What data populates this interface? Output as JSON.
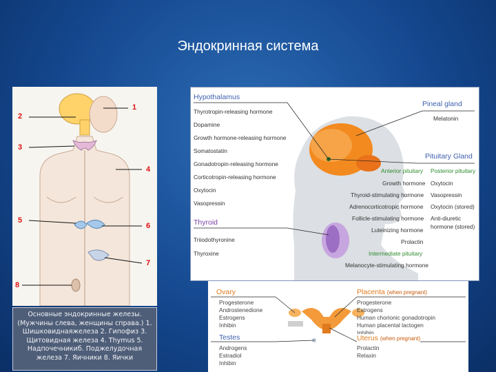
{
  "slide": {
    "title": "Эндокринная система"
  },
  "left_figure": {
    "numbers": [
      "1",
      "2",
      "3",
      "4",
      "5",
      "6",
      "7",
      "8"
    ],
    "caption": "Основные эндокринные железы. (Мужчины слева, женщины справа.) 1. Шишковиднаяжелеза 2. Гипофиз 3. Щитовидная железа 4. Thymus 5. Надпочечникиб. Поджелудочная железа 7. Яичники 8. Яички"
  },
  "right_diagram": {
    "hypothalamus": {
      "title": "Hypothalamus",
      "hormones": [
        "Thyrotropin-releasing hormone",
        "Dopamine",
        "Growth hormone-releasing hormone",
        "Somatostatin",
        "Gonadotropin-releasing hormone",
        "Corticotropin-releasing hormone",
        "Oxytocin",
        "Vasopressin"
      ]
    },
    "thyroid": {
      "title": "Thyroid",
      "hormones": [
        "Triiodothyronine",
        "Thyroxine"
      ]
    },
    "pineal": {
      "title": "Pineal gland",
      "hormones": [
        "Melatonin"
      ]
    },
    "pituitary": {
      "title": "Pituitary Gland",
      "anterior_title": "Anterior pituitary",
      "posterior_title": "Posterior pituitary",
      "anterior": [
        "Growth hormone",
        "Thyroid-stimulating hormone",
        "Adrenocorticotropic hormone",
        "Follicle-stimulating hormone",
        "Luteinizing hormone",
        "Prolactin"
      ],
      "posterior": [
        "Oxytocin",
        "Vasopressin",
        "Oxytocin (stored)",
        "Anti-diuretic",
        "hormone (stored)"
      ],
      "intermediate_title": "Intermediate pituitary",
      "intermediate": [
        "Melanocyte-stimulating hormone"
      ]
    },
    "colors": {
      "heading_blue": "#3d5fae",
      "heading_purple": "#7a3fa6",
      "heading_green": "#2e8b2e"
    }
  },
  "reproductive": {
    "ovary": {
      "title": "Ovary",
      "hormones": [
        "Progesterone",
        "Androstenedione",
        "Estrogens",
        "Inhibin"
      ]
    },
    "testes": {
      "title": "Testes",
      "hormones": [
        "Androgens",
        "Estradiol",
        "Inhibin"
      ]
    },
    "placenta": {
      "title": "Placenta",
      "note": "(when pregnant)",
      "hormones": [
        "Progesterone",
        "Estrogens",
        "Human chorionic gonadotropin",
        "Human placental lactogen",
        "Inhibin"
      ]
    },
    "uterus": {
      "title": "Uterus",
      "note": "(when pregnant)",
      "hormones": [
        "Prolactin",
        "Relaxin"
      ]
    },
    "colors": {
      "heading_orange": "#e07b1c",
      "heading_blue": "#3d5fae"
    }
  }
}
